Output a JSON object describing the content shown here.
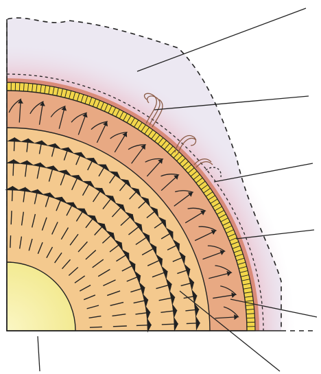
{
  "diagram": {
    "subject": "sun-cross-section-quarter",
    "layers": [
      {
        "id": "corona",
        "fill": "#e9e4f1"
      },
      {
        "id": "chromosphere",
        "fill": "#d98b78"
      },
      {
        "id": "photosphere",
        "fill": "#f2d64a"
      },
      {
        "id": "convection-zone",
        "fill": "#e8a983"
      },
      {
        "id": "radiative-zone",
        "fill": "#f4c98e"
      },
      {
        "id": "core",
        "fill": "#f7f0a8"
      }
    ],
    "features": {
      "prominence": {
        "color": "#8a5a44"
      },
      "radiation_arrows": {
        "color": "#222222"
      },
      "convection_arrows": {
        "color": "#222222"
      }
    },
    "leader_lines": [
      {
        "target": "corona"
      },
      {
        "target": "prominence"
      },
      {
        "target": "chromosphere"
      },
      {
        "target": "photosphere"
      },
      {
        "target": "convection-zone"
      },
      {
        "target": "radiative-zone"
      },
      {
        "target": "core"
      }
    ],
    "labels": []
  }
}
